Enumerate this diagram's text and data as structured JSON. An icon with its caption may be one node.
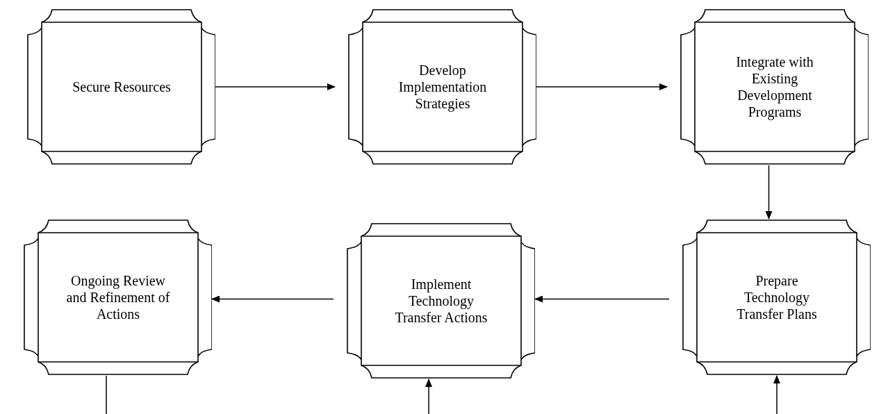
{
  "diagram": {
    "nodes": [
      {
        "text": [
          "Secure Resources"
        ]
      },
      {
        "text": [
          "Develop Implementation Strategies"
        ]
      },
      {
        "text": [
          "Integrate with Existing Development Programs"
        ]
      },
      {
        "text": [
          "Ongoing Review and Refinement of Actions"
        ]
      },
      {
        "text": [
          "Implement Technology Transfer Actions"
        ]
      },
      {
        "text": [
          "Prepare Technology Transfer Plans"
        ]
      }
    ],
    "edges": [
      {
        "from": 0,
        "to": 1,
        "arrow": "to"
      },
      {
        "from": 1,
        "to": 2,
        "arrow": "to"
      },
      {
        "from": 2,
        "to": 5,
        "arrow": "to"
      },
      {
        "from": 5,
        "to": 4,
        "arrow": "to"
      },
      {
        "from": 4,
        "to": 3,
        "arrow": "to"
      },
      {
        "from": null,
        "to": 4,
        "arrow": "to"
      },
      {
        "from": null,
        "to": 5,
        "arrow": "to"
      },
      {
        "from": 3,
        "to": null,
        "arrow": "none"
      }
    ]
  }
}
